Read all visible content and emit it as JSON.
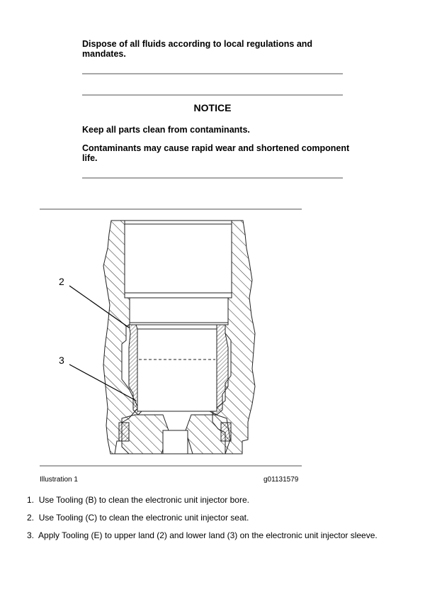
{
  "dispose_note": {
    "line1": "Dispose of all fluids according to local regulations and",
    "line2": "mandates."
  },
  "notice": {
    "title": "NOTICE",
    "para1": "Keep all parts clean from contaminants.",
    "para2_line1": "Contaminants may cause rapid wear and shortened component",
    "para2_line2": "life."
  },
  "illustration": {
    "caption_left": "Illustration 1",
    "caption_right": "g01131579",
    "callouts": [
      {
        "label": "2",
        "part": "upper land"
      },
      {
        "label": "3",
        "part": "lower land"
      }
    ]
  },
  "steps": [
    {
      "num": "1.",
      "text": "Use Tooling (B) to clean the electronic unit injector bore."
    },
    {
      "num": "2.",
      "text": "Use Tooling (C) to clean the electronic unit injector seat."
    },
    {
      "num": "3.",
      "text": "Apply Tooling (E) to upper land (2) and lower land (3) on the electronic unit injector sleeve."
    }
  ],
  "colors": {
    "rule": "#a8a8a8",
    "text": "#000000"
  }
}
